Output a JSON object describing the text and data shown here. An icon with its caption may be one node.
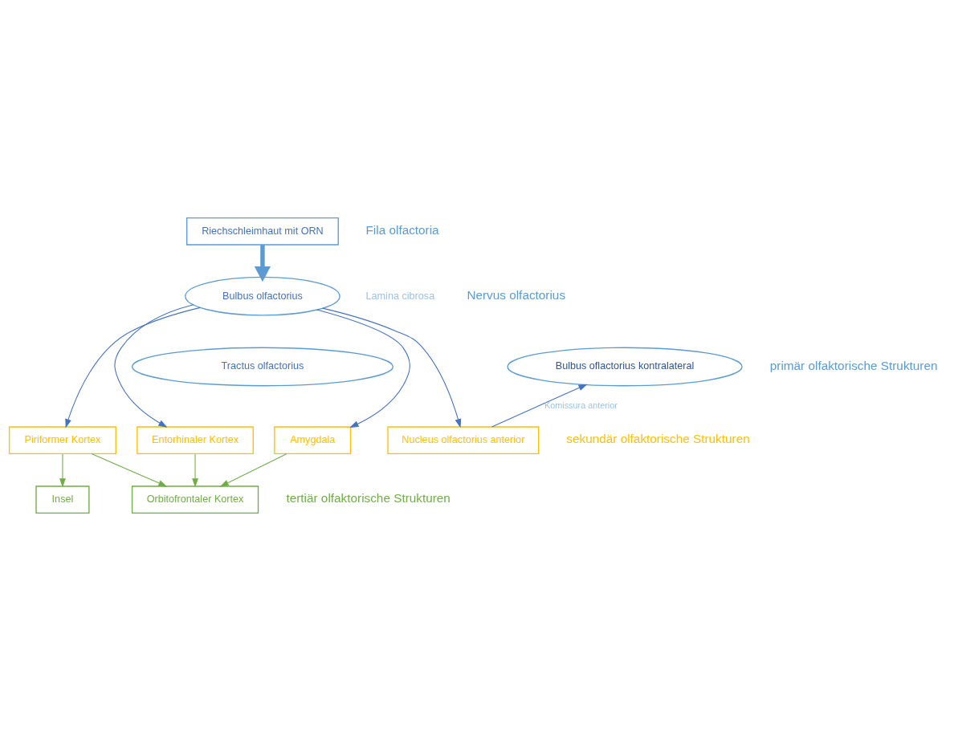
{
  "diagram": {
    "nodes": [
      {
        "text": [
          "Riechschleimhaut mit ORN"
        ]
      },
      {
        "text": [
          "Bulbus olfactorius"
        ]
      },
      {
        "text": [
          "Tractus olfactorius"
        ]
      },
      {
        "text": [
          "Bulbus oflactorius kontralateral"
        ]
      },
      {
        "text": [
          "Piriformer Kortex"
        ]
      },
      {
        "text": [
          "Entorhinaler Kortex"
        ]
      },
      {
        "text": [
          "Amygdala"
        ]
      },
      {
        "text": [
          "Nucleus olfactorius anterior"
        ]
      },
      {
        "text": [
          "Insel"
        ]
      },
      {
        "text": [
          "Orbitofrontaler Kortex"
        ]
      }
    ],
    "edges": [
      {
        "from": 0,
        "to": 1,
        "arrow": "to",
        "style": "thick"
      },
      {
        "from": 1,
        "to": 4,
        "arrow": "to"
      },
      {
        "from": 1,
        "to": 5,
        "arrow": "to"
      },
      {
        "from": 1,
        "to": 6,
        "arrow": "to"
      },
      {
        "from": 1,
        "to": 7,
        "arrow": "to"
      },
      {
        "from": 7,
        "to": 3,
        "arrow": "to",
        "label": "Komissura anterior"
      },
      {
        "from": 4,
        "to": 8,
        "arrow": "to",
        "color": "#70ad47"
      },
      {
        "from": 4,
        "to": 9,
        "arrow": "to",
        "color": "#70ad47"
      },
      {
        "from": 5,
        "to": 9,
        "arrow": "to",
        "color": "#70ad47"
      },
      {
        "from": 6,
        "to": 9,
        "arrow": "to",
        "color": "#70ad47"
      }
    ],
    "labels": [
      "Fila olfactoria",
      "Lamina cibrosa",
      "Nervus olfactorius",
      "primär olfaktorische Strukturen",
      "sekundär olfaktorische Strukturen",
      "tertiär olfaktorische Strukturen"
    ]
  }
}
